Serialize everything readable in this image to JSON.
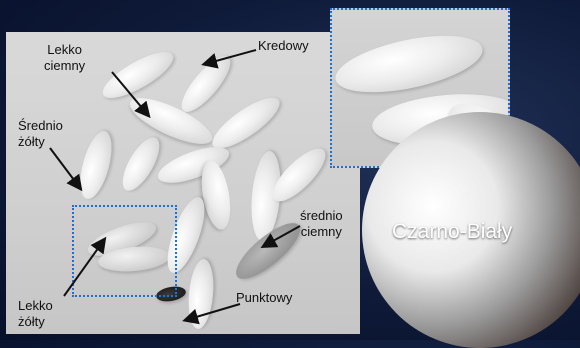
{
  "labels": {
    "lekko_ciemny": "Lekko\nciemny",
    "kredowy": "Kredowy",
    "srednio_zolty": "Średnio\nżółty",
    "srednio_ciemny": "średnio\nciemny",
    "lekko_zolty": "Lekko\nżółty",
    "punktowy": "Punktowy"
  },
  "mode_label": "Czarno-Biały",
  "colors": {
    "selection_border": "#1f6fd6",
    "background": "#0e1a38"
  }
}
